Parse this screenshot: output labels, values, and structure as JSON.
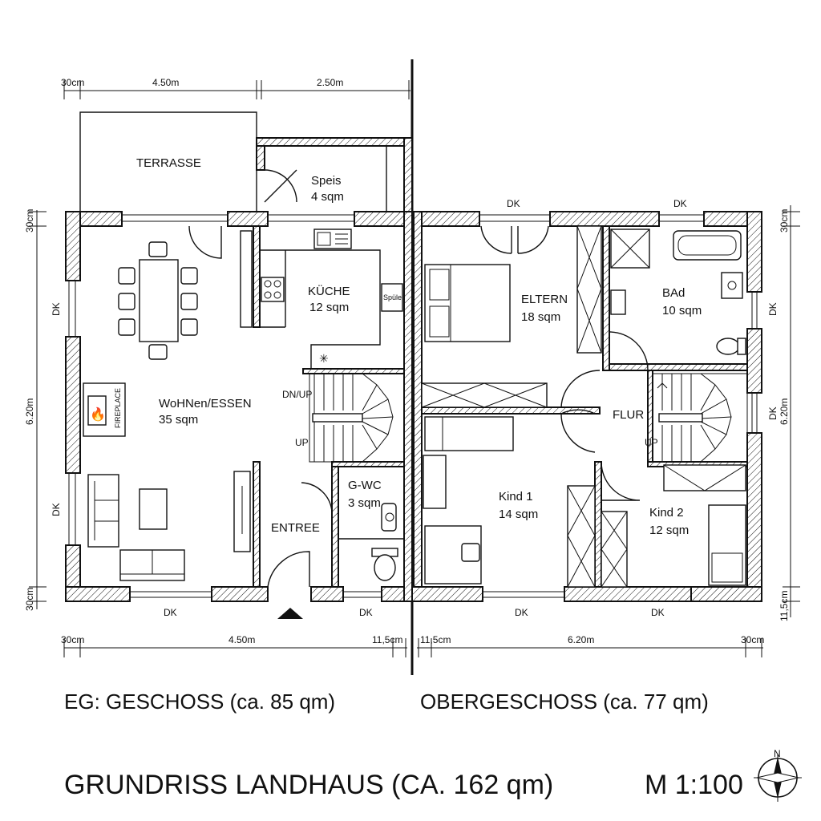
{
  "dimensions": {
    "top": [
      "30cm",
      "4.50m",
      "2.50m"
    ],
    "bottom_left": [
      "30cm",
      "4.50m",
      "11,5cm"
    ],
    "bottom_right": [
      "11,5cm",
      "6.20m",
      "30cm"
    ],
    "left": [
      "30cm",
      "6.20m",
      "30cm"
    ],
    "right": [
      "30cm",
      "6.20m",
      "11,5cm"
    ]
  },
  "ground_floor": {
    "rooms": {
      "terrace": "TERRASSE",
      "pantry": {
        "name": "Speis",
        "area": "4 sqm"
      },
      "kitchen": {
        "name": "KÜCHE",
        "area": "12 sqm"
      },
      "dishwasher": "Spüle",
      "living": {
        "name": "WoHNen/ESSEN",
        "area": "35 sqm"
      },
      "fireplace": "FIREPLACE",
      "wc": {
        "name": "G-WC",
        "area": "3 sqm"
      },
      "entrance": "ENTREE"
    },
    "stairs": {
      "down_up": "DN/UP",
      "up": "UP"
    },
    "window_labels": [
      "DK",
      "DK",
      "DK",
      "DK"
    ],
    "caption": "EG: GESCHOSS (ca. 85 qm)"
  },
  "upper_floor": {
    "rooms": {
      "parents": {
        "name": "ELTERN",
        "area": "18 sqm"
      },
      "bath": {
        "name": "BAd",
        "area": "10 sqm"
      },
      "hall": {
        "name": "FLUR"
      },
      "kid1": {
        "name": "Kind 1",
        "area": "14 sqm"
      },
      "kid2": {
        "name": "Kind 2",
        "area": "12 sqm"
      }
    },
    "stairs": {
      "up": "UP"
    },
    "window_labels": [
      "DK",
      "DK",
      "DK",
      "DK",
      "DK",
      "DK"
    ],
    "caption": "OBERGESCHOSS (ca. 77 qm)"
  },
  "title": "GRUNDRISS LANDHAUS (CA. 162 qm)",
  "scale": "M 1:100",
  "north": "N"
}
